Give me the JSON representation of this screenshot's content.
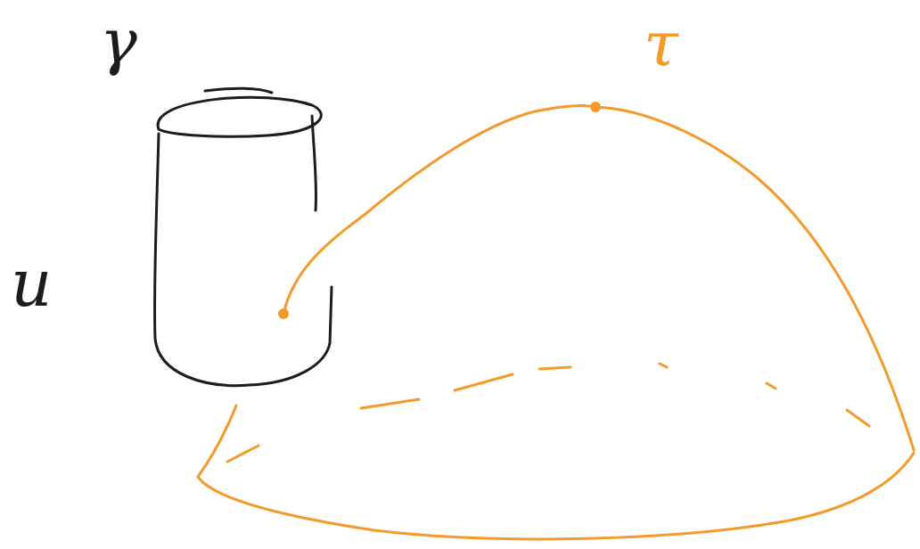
{
  "diagram": {
    "labels": [
      "γ",
      "u",
      "τ"
    ]
  }
}
